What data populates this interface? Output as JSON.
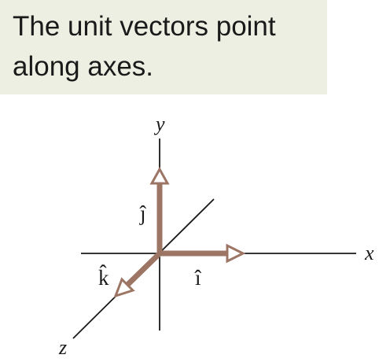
{
  "caption": {
    "line1": "The unit vectors point",
    "line2": "along axes."
  },
  "axes": {
    "x_label": "x",
    "y_label": "y",
    "z_label": "z"
  },
  "unit_vectors": {
    "i_label": "î",
    "j_label": "ĵ",
    "k_label": "k̂"
  },
  "colors": {
    "caption_background": "#ecefe2",
    "axis_line": "#1a1a1a",
    "vector": "#9c7564"
  }
}
